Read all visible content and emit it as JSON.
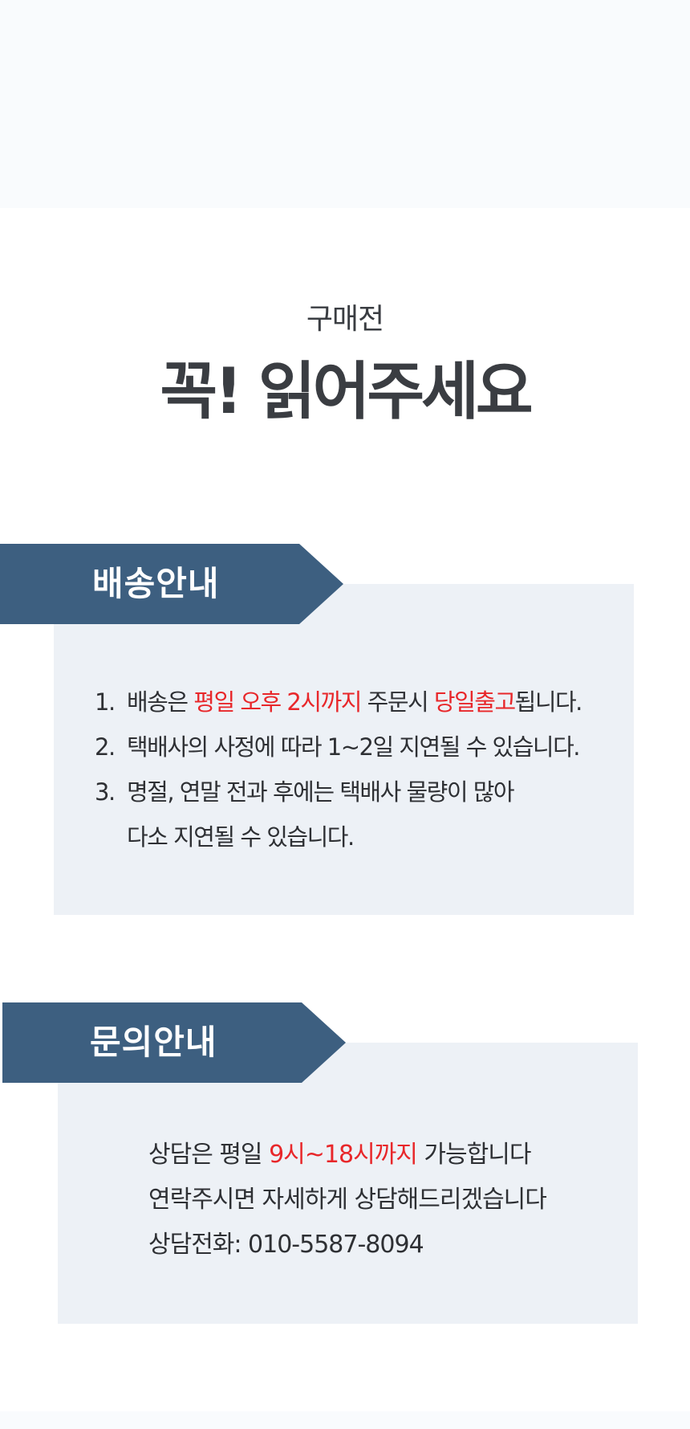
{
  "header": {
    "subtitle": "구매전",
    "title": "꼭! 읽어주세요"
  },
  "colors": {
    "banner": "#3d5f80",
    "box": "#edf1f6",
    "highlight": "#e8272a",
    "text": "#2e3034",
    "title": "#3a3d42",
    "top_block": "#f9fbfd"
  },
  "shipping": {
    "banner_label": "배송안내",
    "items": [
      {
        "number": "1.",
        "segments": [
          {
            "text": "배송은 ",
            "highlight": false
          },
          {
            "text": "평일 오후 2시까지",
            "highlight": true
          },
          {
            "text": " 주문시 ",
            "highlight": false
          },
          {
            "text": "당일출고",
            "highlight": true
          },
          {
            "text": "됩니다.",
            "highlight": false
          }
        ]
      },
      {
        "number": "2.",
        "text": "택배사의 사정에 따라 1~2일 지연될 수 있습니다."
      },
      {
        "number": "3.",
        "text": "명절, 연말 전과 후에는 택배사 물량이 많아",
        "continuation": "다소 지연될 수 있습니다."
      }
    ]
  },
  "inquiry": {
    "banner_label": "문의안내",
    "line1": {
      "before": "상담은 평일 ",
      "highlight": "9시~18시까지",
      "after": " 가능합니다"
    },
    "line2": "연락주시면 자세하게 상담해드리겠습니다",
    "line3": "상담전화: 010-5587-8094"
  }
}
